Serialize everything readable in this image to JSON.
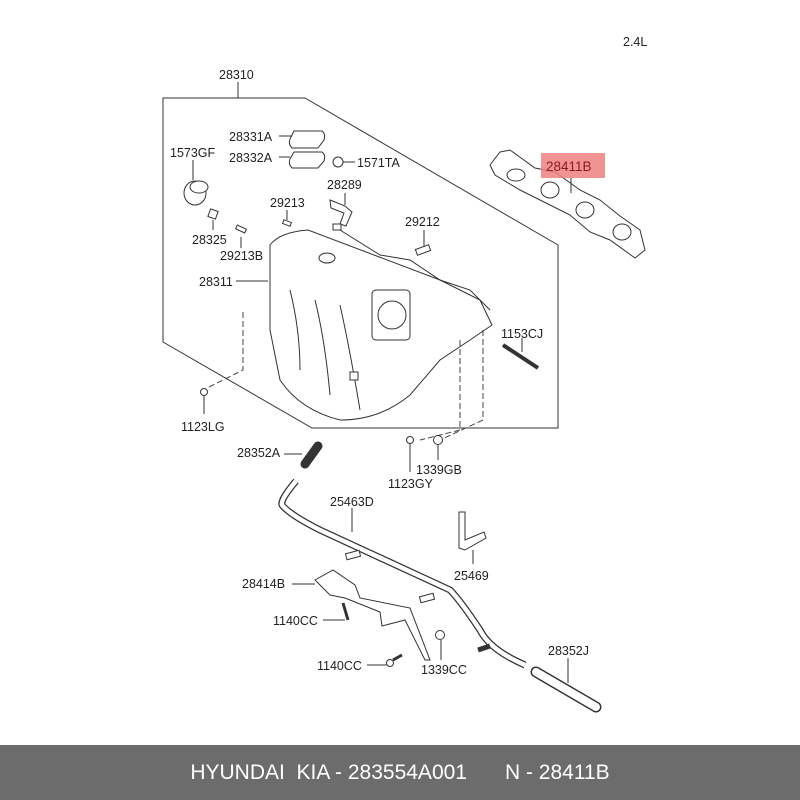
{
  "engine": "2.4L",
  "labels": {
    "l28310": "28310",
    "l28331A": "28331A",
    "l28332A": "28332A",
    "l1573GF": "1573GF",
    "l1571TA": "1571TA",
    "l28289": "28289",
    "l29213": "29213",
    "l28325": "28325",
    "l29213B": "29213B",
    "l28311": "28311",
    "l29212": "29212",
    "l28411B": "28411B",
    "l1153CJ": "1153CJ",
    "l1123LG": "1123LG",
    "l28352A": "28352A",
    "l1339GB": "1339GB",
    "l1123GY": "1123GY",
    "l25463D": "25463D",
    "l25469": "25469",
    "l28414B": "28414B",
    "l1140CC_a": "1140CC",
    "l1140CC_b": "1140CC",
    "l1339CC": "1339CC",
    "l28352J": "28352J"
  },
  "highlight_color": "#f08080",
  "footer": {
    "brand": "HYUNDAI  KIA - 283554A001",
    "part": "N - 28411B"
  }
}
